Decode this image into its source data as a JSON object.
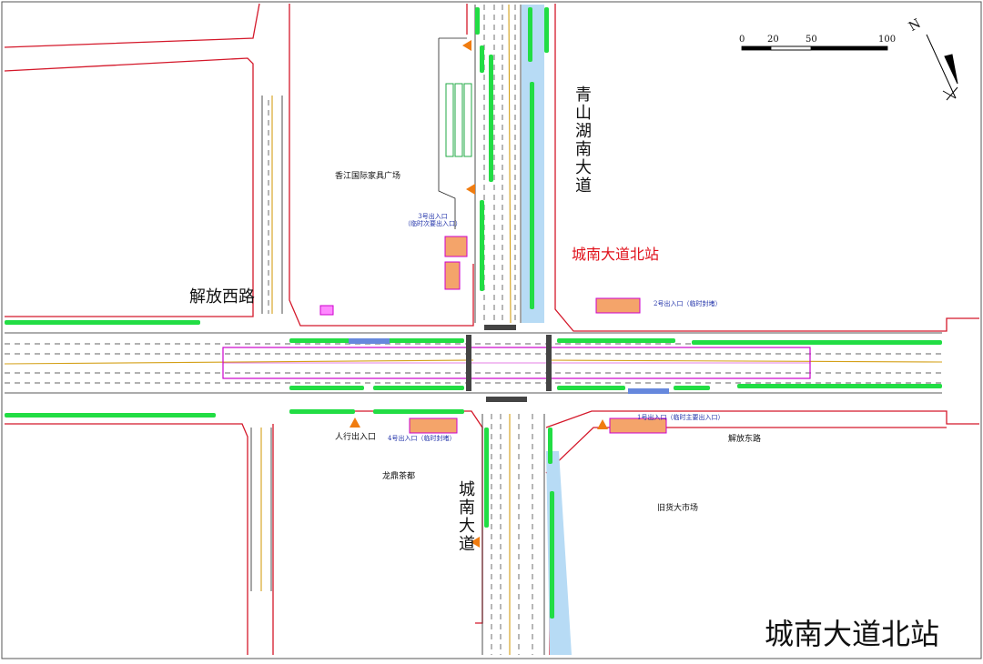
{
  "map": {
    "title": "城南大道北站",
    "station_label": "城南大道北站",
    "roads": {
      "north": "青山湖南大道",
      "south": "城南大道",
      "west": "解放西路",
      "east": "解放东路"
    },
    "places": {
      "nw": "香江国际家具广场",
      "sw": "龙鼎茶都",
      "se": "旧货大市场"
    },
    "entrances": {
      "e1": "1号出入口（临时主要出入口）",
      "e2": "2号出入口（临时封堵）",
      "e3_line1": "3号出入口",
      "e3_line2": "（临时次要出入口）",
      "e4": "4号出入口（临时封堵）",
      "ped": "人行出入口"
    },
    "scale": {
      "ticks": [
        "0",
        "20",
        "50",
        "100"
      ]
    },
    "north_arrow": "N",
    "colors": {
      "road_line": "#d4182a",
      "green_belt": "#22dd44",
      "station_outline": "#cc00cc",
      "river": "#b7dbf5",
      "entrance_fill": "#f4a46a",
      "arrow": "#f07c10",
      "centerline": "#d4a017"
    }
  }
}
